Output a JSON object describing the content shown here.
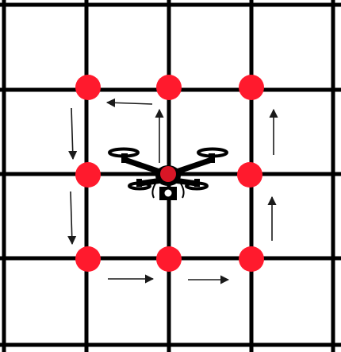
{
  "diagram": {
    "grid": {
      "columns": 4,
      "rows": 4,
      "line_color": "#000000"
    },
    "waypoint_color": "#ff1a2d",
    "arrow_color": "#1a1a1a",
    "waypoints": [
      {
        "id": "top-left"
      },
      {
        "id": "top-center"
      },
      {
        "id": "top-right"
      },
      {
        "id": "middle-left"
      },
      {
        "id": "middle-right"
      },
      {
        "id": "bottom-left"
      },
      {
        "id": "bottom-center"
      },
      {
        "id": "bottom-right"
      }
    ],
    "path_direction": "counter-clockwise",
    "center_icon": "quadcopter-drone-icon"
  }
}
